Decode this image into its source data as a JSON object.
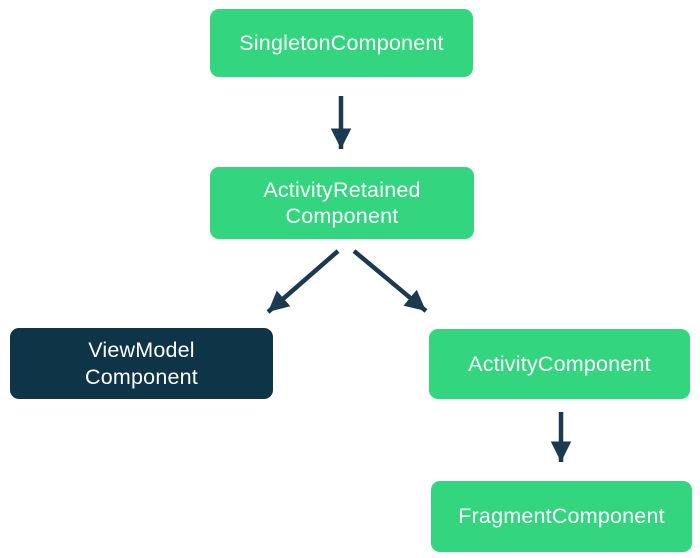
{
  "colors": {
    "node_green": "#33d57e",
    "node_dark": "#0d3447",
    "arrow": "#1b3a4f",
    "text": "#ffffff",
    "background": "#ffffff"
  },
  "diagram": {
    "type": "component-hierarchy",
    "nodes": [
      {
        "id": "singleton-component",
        "label": "SingletonComponent",
        "color": "green"
      },
      {
        "id": "activity-retained-component",
        "label": "ActivityRetained\nComponent",
        "color": "green"
      },
      {
        "id": "viewmodel-component",
        "label": "ViewModel\nComponent",
        "color": "dark"
      },
      {
        "id": "activity-component",
        "label": "ActivityComponent",
        "color": "green"
      },
      {
        "id": "fragment-component",
        "label": "FragmentComponent",
        "color": "green"
      }
    ],
    "edges": [
      {
        "from": "singleton-component",
        "to": "activity-retained-component"
      },
      {
        "from": "activity-retained-component",
        "to": "viewmodel-component"
      },
      {
        "from": "activity-retained-component",
        "to": "activity-component"
      },
      {
        "from": "activity-component",
        "to": "fragment-component"
      }
    ]
  }
}
